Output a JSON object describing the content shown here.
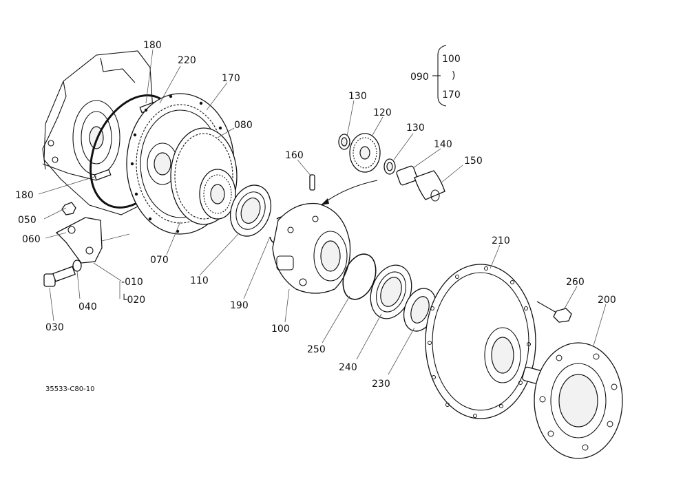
{
  "labels": {
    "p180a": "180",
    "p220": "220",
    "p170": "170",
    "p080": "080",
    "p180b": "180",
    "p050": "050",
    "p060": "060",
    "p070": "070",
    "p110": "110",
    "p010": "010",
    "p020": "020",
    "p030": "030",
    "p040": "040",
    "p190": "190",
    "p100": "100",
    "p160": "160",
    "p130a": "130",
    "p120": "120",
    "p130b": "130",
    "p140": "140",
    "p150": "150",
    "p250": "250",
    "p240": "240",
    "p230": "230",
    "p210": "210",
    "p260": "260",
    "p200": "200"
  },
  "assembly_note": {
    "label": "090",
    "top": "100",
    "mid": ")",
    "bottom": "170"
  },
  "drawing_number": "35533-C80-10"
}
